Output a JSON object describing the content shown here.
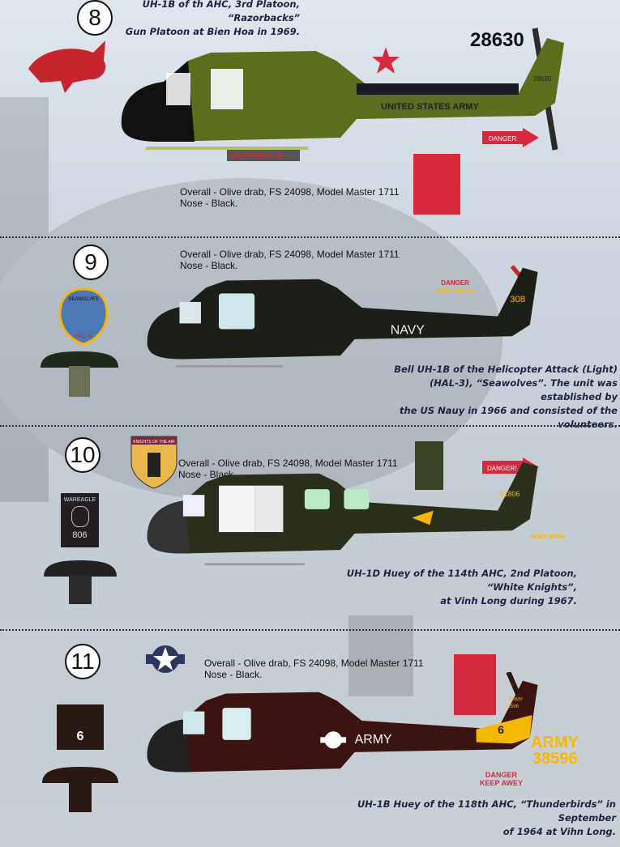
{
  "profiles": [
    {
      "number": "8",
      "caption": [
        "UH-1B of th AHC, 3rd Platoon, “Razorbacks”",
        "Gun Platoon at Bien Hoa in 1969."
      ],
      "paint_note": [
        "Overall - Olive drab, FS 24098, Model Master 1711",
        "Nose - Black."
      ],
      "markings": {
        "serial": "28630",
        "tail_small": "28630",
        "boom_text": "UNITED STATES ARMY",
        "skid_text": "RAZORBACKS",
        "danger": "DANGER"
      },
      "colors": {
        "body": "#5b6e1c",
        "nose": "#111111"
      }
    },
    {
      "number": "9",
      "paint_note": [
        "Overall - Olive drab, FS 24098, Model Master 1711",
        "Nose - Black."
      ],
      "caption": [
        "Bell UH-1B of the Helicopter Attack (Light)",
        "(HAL-3), “Seawolves”. The unit was established by",
        "the US Nauy in 1966 and consisted of the volunteers."
      ],
      "markings": {
        "tail": "308",
        "boom_text": "NAVY",
        "danger": "DANGER",
        "keep_away": "KEEP AWEY",
        "badge_top": "SEAWOLVES",
        "badge_bottom": "HAL-3"
      },
      "colors": {
        "body": "#1c1f17",
        "nose": "#111111"
      }
    },
    {
      "number": "10",
      "paint_note": [
        "Overall - Olive drab, FS 24098, Model Master 1711",
        "Nose - Black."
      ],
      "caption": [
        "UH-1D Huey of the 114th AHC, 2nd Platoon, “White Knights”,",
        "at Vinh Long during 1967."
      ],
      "markings": {
        "tail": "51806",
        "danger": "DANGER!",
        "nose_panel_title": "WAREAGLE",
        "nose_panel_number": "806",
        "badge_text": "KNIGHTS OF THE AIR",
        "hook_label": "NOUT HUCH"
      },
      "colors": {
        "body": "#2a2f1c",
        "nose": "#111111"
      }
    },
    {
      "number": "11",
      "paint_note": [
        "Overall - Olive drab, FS 24098, Model Master 1711",
        "Nose - Black."
      ],
      "caption": [
        "UH-1B Huey of the 118th AHC, “Thunderbirds” in September",
        "of 1964 at Vihn Long."
      ],
      "markings": {
        "boom_text": "ARMY",
        "tail_army": "ARMY",
        "tail_serial": "38596",
        "tail_number": "6",
        "decal_army": "ARMY",
        "decal_serial": "38596",
        "danger": "DANGER",
        "keep_away": "KEEP AWEY",
        "nose_panel_number": "6"
      },
      "colors": {
        "body": "#3a1410",
        "nose": "#111111",
        "tail_band": "#f5b800"
      }
    }
  ],
  "colors": {
    "arrow": "#d8283c",
    "accent_yellow": "#f5b800"
  }
}
